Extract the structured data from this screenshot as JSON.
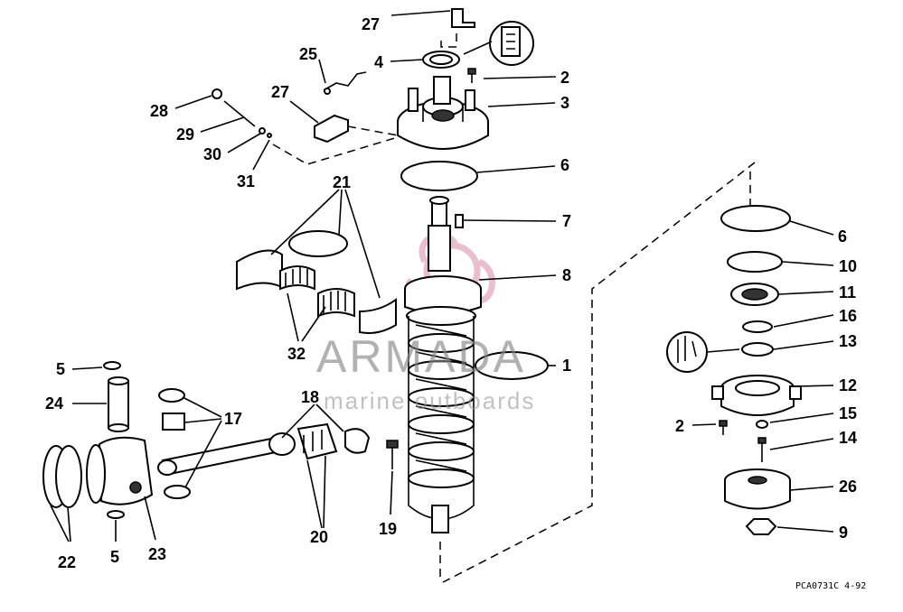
{
  "labels": {
    "l27a": "27",
    "l4": "4",
    "l2a": "2",
    "l25": "25",
    "l3": "3",
    "l27b": "27",
    "l28": "28",
    "l29": "29",
    "l30": "30",
    "l31": "31",
    "l6a": "6",
    "l21": "21",
    "l7": "7",
    "l8": "8",
    "l32": "32",
    "l1": "1",
    "l5a": "5",
    "l24": "24",
    "l17": "17",
    "l18": "18",
    "l20": "20",
    "l19": "19",
    "l22": "22",
    "l5b": "5",
    "l23": "23",
    "l6b": "6",
    "l10": "10",
    "l11": "11",
    "l16": "16",
    "l13": "13",
    "l12": "12",
    "l2b": "2",
    "l15": "15",
    "l14": "14",
    "l26": "26",
    "l9": "9"
  },
  "watermark": {
    "brand": "ARMADA",
    "tagline": "marine outboards"
  },
  "footer": {
    "code": "PCA0731C  4-92"
  },
  "icons": [
    "sealant-tube-icon",
    "grease-gun-icon"
  ]
}
